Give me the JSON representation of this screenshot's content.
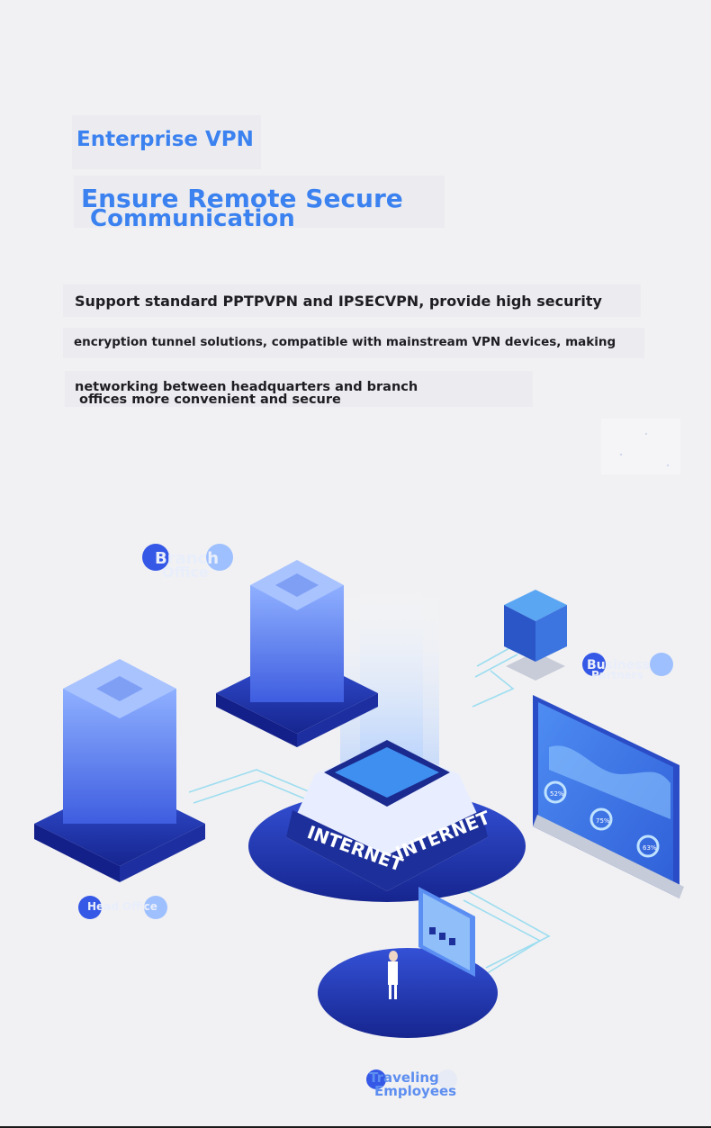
{
  "header": {
    "eyebrow": "Enterprise VPN",
    "title_line1": "Ensure Remote Secure",
    "title_line2": "Communication"
  },
  "description": {
    "line1": "Support standard PPTPVPN and IPSECVPN, provide high security",
    "line2": "encryption tunnel solutions, compatible with mainstream VPN devices, making",
    "line3": "networking between headquarters and branch",
    "line4": "offices more convenient and secure"
  },
  "diagram": {
    "hub_label_left": "INTERNET",
    "hub_label_right": "INTERNET",
    "nodes": {
      "branch_line1": "Branch",
      "branch_line2": "Office",
      "partners_line1": "Business",
      "partners_line2": "Partners",
      "head_office": "Head Office",
      "travel_line1": "Traveling",
      "travel_line2": "Employees"
    },
    "dashboard_gauges": [
      "52%",
      "75%",
      "63%"
    ]
  },
  "colors": {
    "accent": "#3b82f0",
    "deep_blue": "#1f35a8",
    "mid_blue": "#3a5fe0",
    "light_blue": "#7fa6ff",
    "cyan_line": "#7ed8f0"
  }
}
